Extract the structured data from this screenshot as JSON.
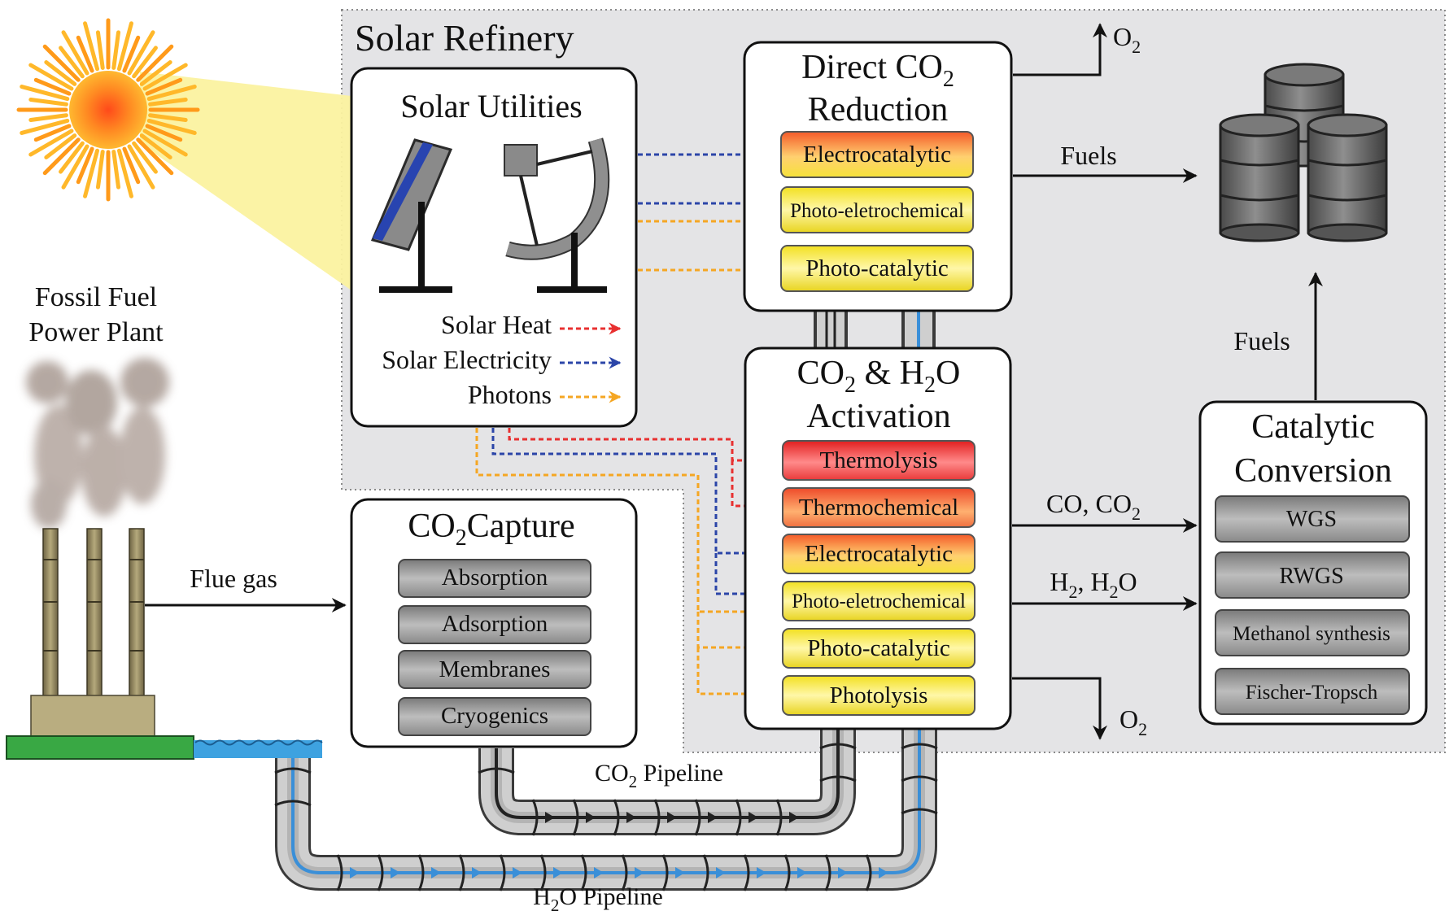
{
  "sun": {
    "icon": "sun-icon"
  },
  "plant": {
    "label_line1": "Fossil Fuel",
    "label_line2": "Power Plant",
    "icon": "factory-icon"
  },
  "solar_refinery": {
    "title": "Solar Refinery"
  },
  "solar_utilities": {
    "title": "Solar Utilities",
    "pv_icon": "solar-panel-icon",
    "dish_icon": "solar-dish-icon",
    "legend": [
      {
        "label": "Solar Heat",
        "color": "#e83030"
      },
      {
        "label": "Solar Electricity",
        "color": "#2b45a8"
      },
      {
        "label": "Photons",
        "color": "#f5a623"
      }
    ]
  },
  "direct_reduction": {
    "title_line1_main": "Direct CO",
    "title_line1_sub": "2",
    "title_line2": "Reduction",
    "items": [
      "Electrocatalytic",
      "Photo-eletrochemical",
      "Photo-catalytic"
    ]
  },
  "activation": {
    "title_co": "CO",
    "title_sub1": "2",
    "title_mid": " & H",
    "title_sub2": "2",
    "title_end": "O",
    "title_line2": "Activation",
    "items": [
      "Thermolysis",
      "Thermochemical",
      "Electrocatalytic",
      "Photo-eletrochemical",
      "Photo-catalytic",
      "Photolysis"
    ]
  },
  "capture": {
    "title_main": "CO",
    "title_sub": "2",
    "title_end": "Capture",
    "items": [
      "Absorption",
      "Adsorption",
      "Membranes",
      "Cryogenics"
    ]
  },
  "catalytic": {
    "title_line1": "Catalytic",
    "title_line2": "Conversion",
    "items": [
      "WGS",
      "RWGS",
      "Methanol synthesis",
      "Fischer-Tropsch"
    ]
  },
  "fuel_storage": {
    "icon": "fuel-barrels-icon"
  },
  "flows": {
    "o2_main": "O",
    "o2_sub": "2",
    "fuels_right": "Fuels",
    "fuels_up": "Fuels",
    "flue_gas": "Flue gas",
    "co_co2_main": "CO, CO",
    "co_co2_sub": "2",
    "h2_main": "H",
    "h2_sub": "2",
    "h2o_mid": ", H",
    "h2o_sub": "2",
    "h2o_end": "O",
    "co2_pipeline_main": "CO",
    "co2_pipeline_sub": "2",
    "co2_pipeline_end": " Pipeline",
    "h2o_pipeline_main": "H",
    "h2o_pipeline_sub": "2",
    "h2o_pipeline_end": "O Pipeline"
  },
  "colors": {
    "heat": "#e83030",
    "electricity": "#2b45a8",
    "photons": "#f5a623",
    "water": "#3a8fd8",
    "refinery_bg": "#e4e4e6"
  }
}
